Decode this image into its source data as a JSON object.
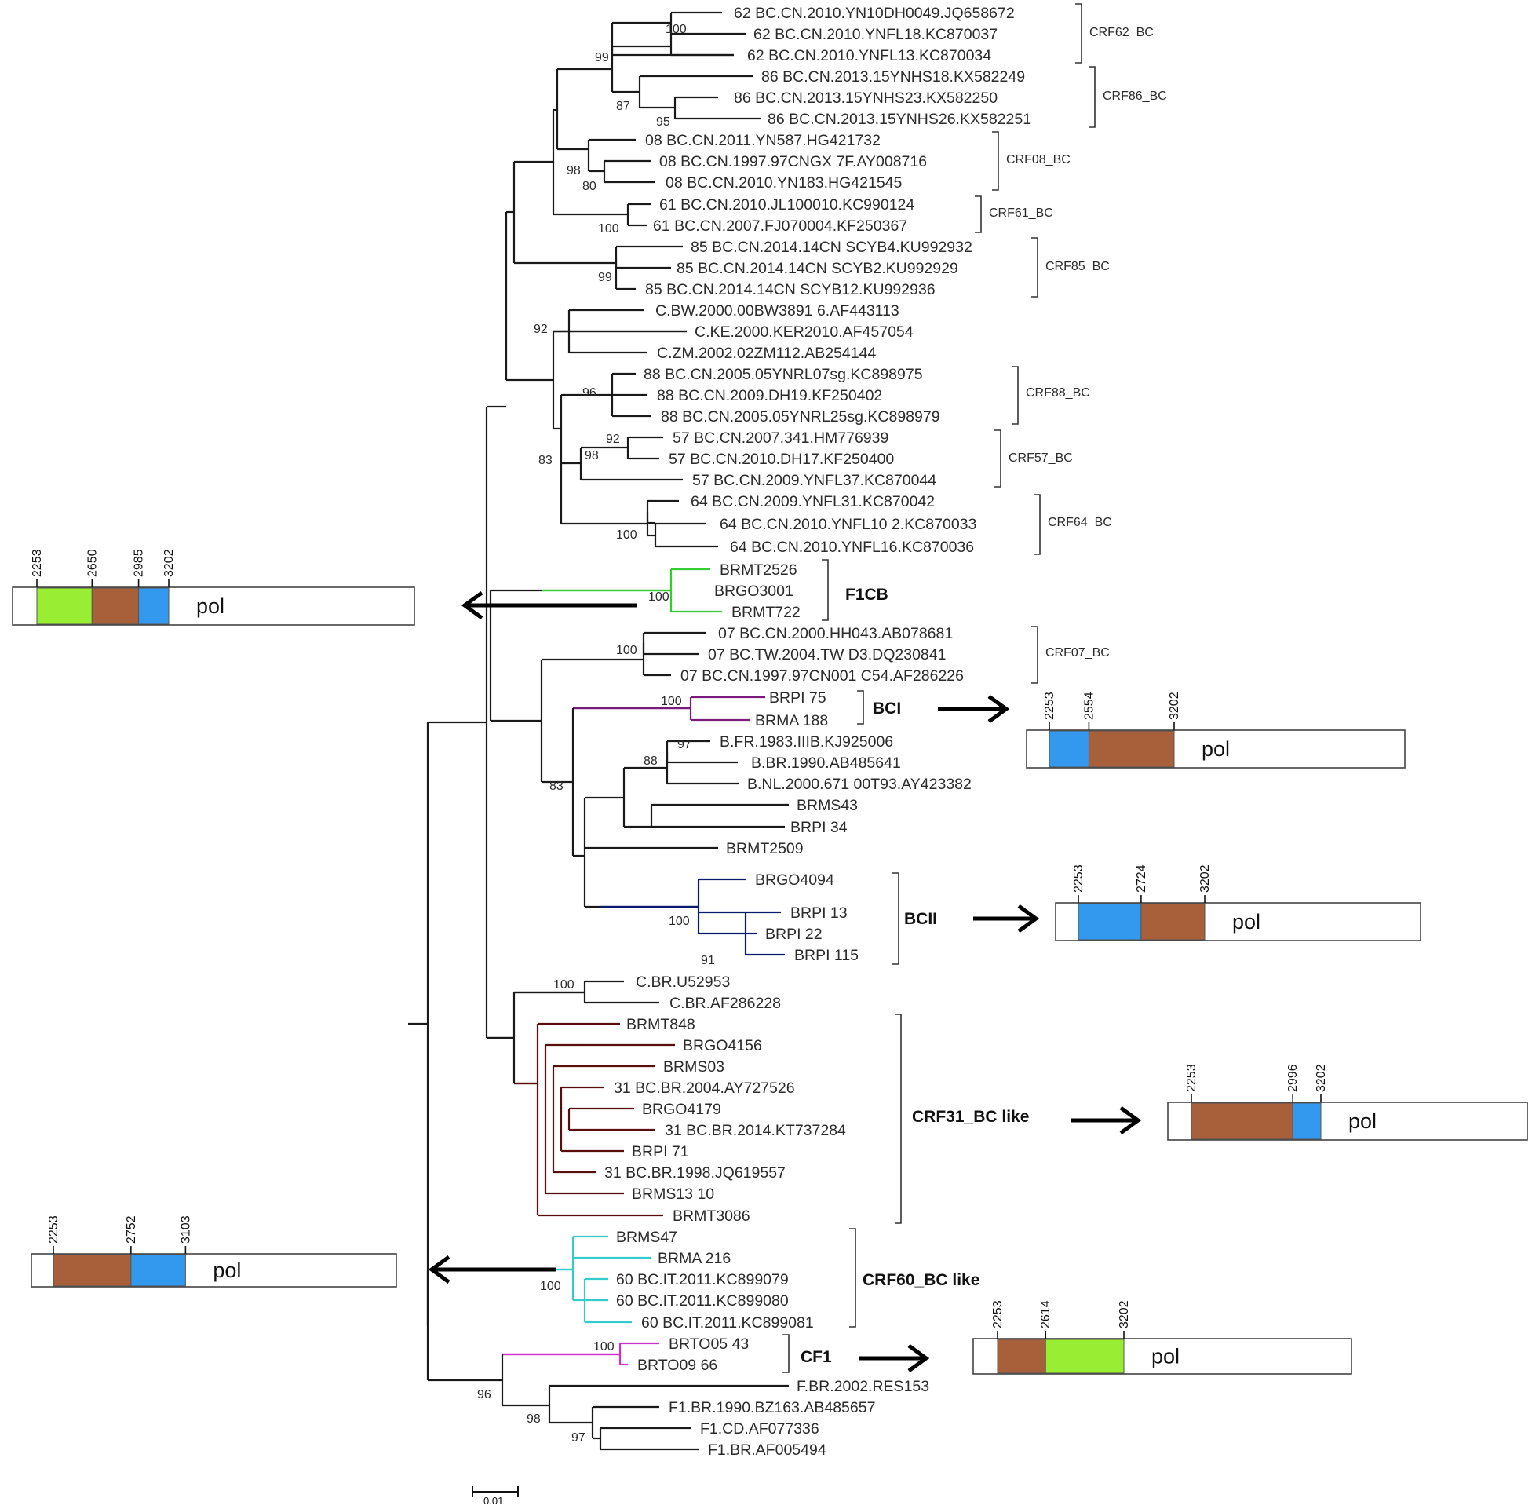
{
  "colors": {
    "branch": "#1a1a1a",
    "f1cb": "#33cc33",
    "bci": "#7a1a7a",
    "bcii": "#0b1c6e",
    "crf31": "#5a0d0d",
    "crf60": "#33cccc",
    "cf1": "#cc33cc",
    "segment_green": "#99ee33",
    "segment_brown": "#a8603a",
    "segment_blue": "#3399ee"
  },
  "leaves": [
    "62  BC.CN.2010.YN10DH0049.JQ658672",
    "62  BC.CN.2010.YNFL18.KC870037",
    "62  BC.CN.2010.YNFL13.KC870034",
    "86  BC.CN.2013.15YNHS18.KX582249",
    "86  BC.CN.2013.15YNHS23.KX582250",
    "86  BC.CN.2013.15YNHS26.KX582251",
    "08  BC.CN.2011.YN587.HG421732",
    "08  BC.CN.1997.97CNGX  7F.AY008716",
    "08  BC.CN.2010.YN183.HG421545",
    "61  BC.CN.2010.JL100010.KC990124",
    "61  BC.CN.2007.FJ070004.KF250367",
    "85  BC.CN.2014.14CN  SCYB4.KU992932",
    "85  BC.CN.2014.14CN  SCYB2.KU992929",
    "85  BC.CN.2014.14CN  SCYB12.KU992936",
    "C.BW.2000.00BW3891  6.AF443113",
    "C.KE.2000.KER2010.AF457054",
    "C.ZM.2002.02ZM112.AB254144",
    "88  BC.CN.2005.05YNRL07sg.KC898975",
    "88  BC.CN.2009.DH19.KF250402",
    "88  BC.CN.2005.05YNRL25sg.KC898979",
    "57  BC.CN.2007.341.HM776939",
    "57  BC.CN.2010.DH17.KF250400",
    "57  BC.CN.2009.YNFL37.KC870044",
    "64  BC.CN.2009.YNFL31.KC870042",
    "64  BC.CN.2010.YNFL10  2.KC870033",
    "64  BC.CN.2010.YNFL16.KC870036",
    "BRMT2526",
    "BRGO3001",
    "BRMT722",
    "07  BC.CN.2000.HH043.AB078681",
    "07  BC.TW.2004.TW  D3.DQ230841",
    "07  BC.CN.1997.97CN001  C54.AF286226",
    "BRPI 75",
    "BRMA 188",
    "B.FR.1983.IIIB.KJ925006",
    "B.BR.1990.AB485641",
    "B.NL.2000.671  00T93.AY423382",
    "BRMS43",
    "BRPI 34",
    "BRMT2509",
    "BRGO4094",
    "BRPI 13",
    "BRPI 22",
    "BRPI 115",
    "C.BR.U52953",
    "C.BR.AF286228",
    "BRMT848",
    "BRGO4156",
    "BRMS03",
    "31  BC.BR.2004.AY727526",
    "BRGO4179",
    "31  BC.BR.2014.KT737284",
    "BRPI 71",
    "31  BC.BR.1998.JQ619557",
    "BRMS13 10",
    "BRMT3086",
    "BRMS47",
    "BRMA 216",
    "60  BC.IT.2011.KC899079",
    "60  BC.IT.2011.KC899080",
    "60  BC.IT.2011.KC899081",
    "BRTO05 43",
    "BRTO09 66",
    "F.BR.2002.RES153",
    "F1.BR.1990.BZ163.AB485657",
    "F1.CD.AF077336",
    "F1.BR.AF005494"
  ],
  "bootstrap": [
    "100",
    "99",
    "87",
    "95",
    "98",
    "80",
    "100",
    "99",
    "92",
    "96",
    "92",
    "98",
    "83",
    "100",
    "100",
    "100",
    "100",
    "97",
    "88",
    "83",
    "100",
    "91",
    "100",
    "100",
    "100",
    "96",
    "98",
    "97"
  ],
  "clade_labels": [
    "CRF62_BC",
    "CRF86_BC",
    "CRF08_BC",
    "CRF61_BC",
    "CRF85_BC",
    "CRF88_BC",
    "CRF57_BC",
    "CRF64_BC",
    "CRF07_BC"
  ],
  "group_labels": [
    "F1CB",
    "BCI",
    "BCII",
    "CRF31_BC like",
    "CRF60_BC like",
    "CF1"
  ],
  "scale_label": "0.01",
  "maps": [
    {
      "name": "F1CB",
      "gene": "pol",
      "positions": [
        "2253",
        "2650",
        "2985",
        "3202"
      ],
      "segments": [
        {
          "color": "green",
          "from": 2253,
          "to": 2650
        },
        {
          "color": "brown",
          "from": 2650,
          "to": 2985
        },
        {
          "color": "blue",
          "from": 2985,
          "to": 3202
        }
      ]
    },
    {
      "name": "BCI",
      "gene": "pol",
      "positions": [
        "2253",
        "2554",
        "3202"
      ],
      "segments": [
        {
          "color": "blue",
          "from": 2253,
          "to": 2554
        },
        {
          "color": "brown",
          "from": 2554,
          "to": 3202
        }
      ]
    },
    {
      "name": "BCII",
      "gene": "pol",
      "positions": [
        "2253",
        "2724",
        "3202"
      ],
      "segments": [
        {
          "color": "blue",
          "from": 2253,
          "to": 2724
        },
        {
          "color": "brown",
          "from": 2724,
          "to": 3202
        }
      ]
    },
    {
      "name": "CRF31_BC like",
      "gene": "pol",
      "positions": [
        "2253",
        "2996",
        "3202"
      ],
      "segments": [
        {
          "color": "brown",
          "from": 2253,
          "to": 2996
        },
        {
          "color": "blue",
          "from": 2996,
          "to": 3202
        }
      ]
    },
    {
      "name": "CRF60_BC like",
      "gene": "pol",
      "positions": [
        "2253",
        "2752",
        "3103"
      ],
      "segments": [
        {
          "color": "brown",
          "from": 2253,
          "to": 2752
        },
        {
          "color": "blue",
          "from": 2752,
          "to": 3103
        }
      ]
    },
    {
      "name": "CF1",
      "gene": "pol",
      "positions": [
        "2253",
        "2614",
        "3202"
      ],
      "segments": [
        {
          "color": "brown",
          "from": 2253,
          "to": 2614
        },
        {
          "color": "green",
          "from": 2614,
          "to": 3202
        }
      ]
    }
  ]
}
